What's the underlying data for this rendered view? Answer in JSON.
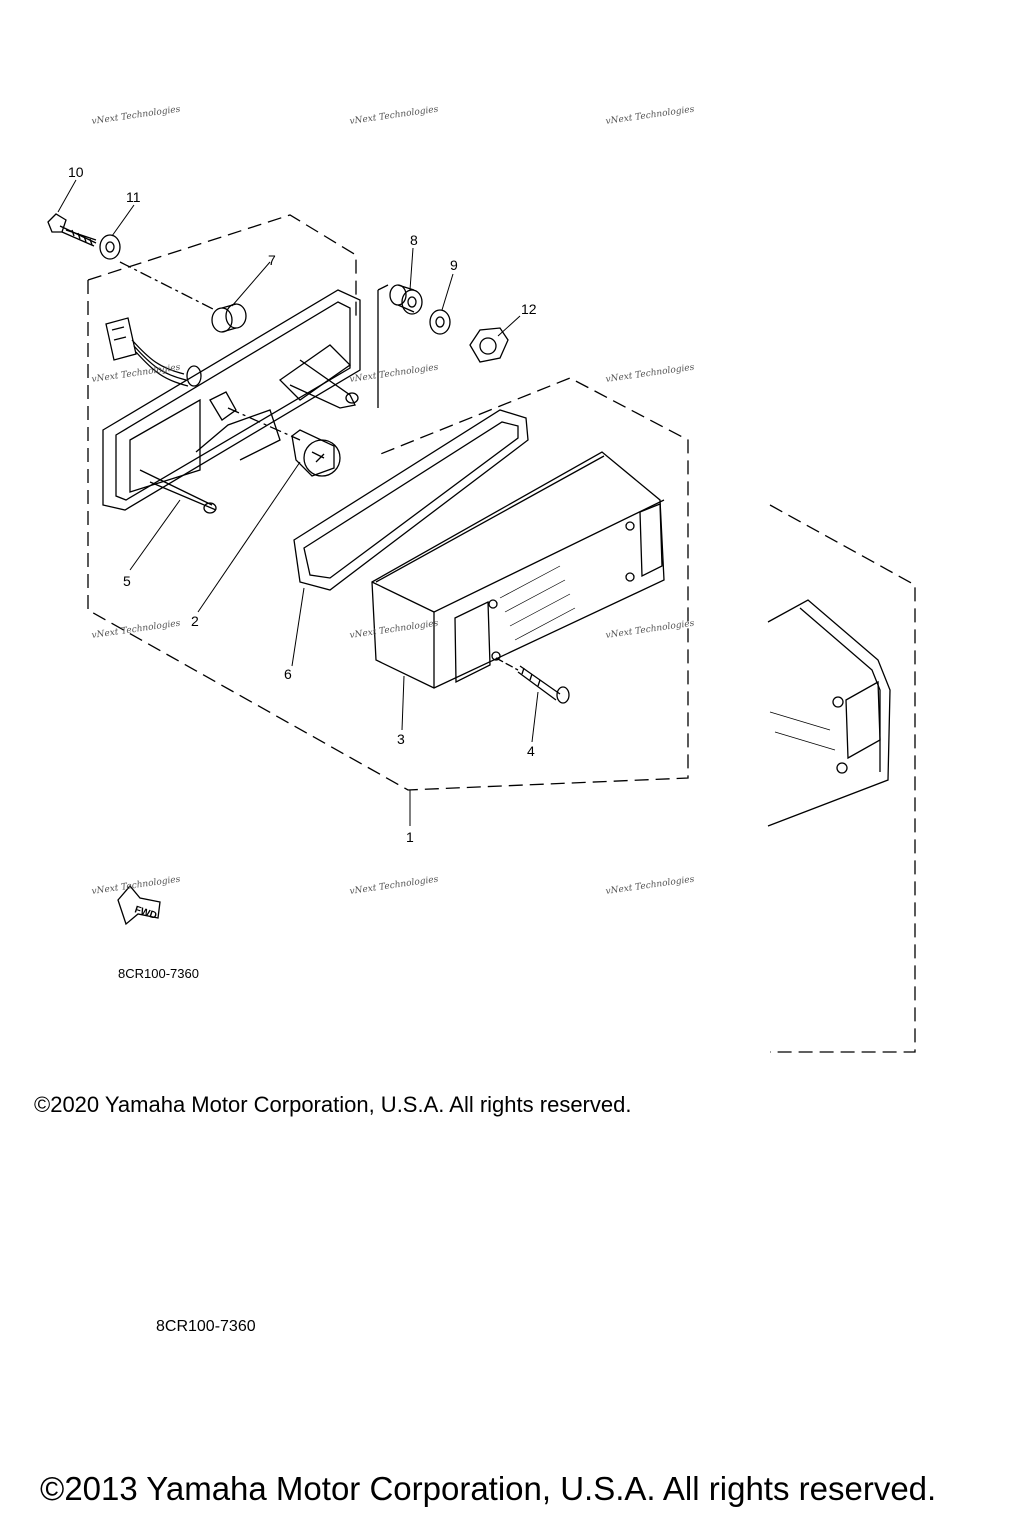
{
  "diagram": {
    "callouts": [
      "10",
      "11",
      "7",
      "8",
      "9",
      "12",
      "5",
      "2",
      "6",
      "3",
      "4",
      "1"
    ],
    "watermark_text": "vNext Technologies",
    "direction_label": "FWD",
    "part_code_top": "8CR100-7360",
    "part_code_bottom": "8CR100-7360"
  },
  "footer": {
    "copyright_top": "©2020 Yamaha Motor Corporation, U.S.A. All rights reserved.",
    "copyright_bottom": "©2013 Yamaha Motor Corporation, U.S.A. All rights reserved."
  }
}
